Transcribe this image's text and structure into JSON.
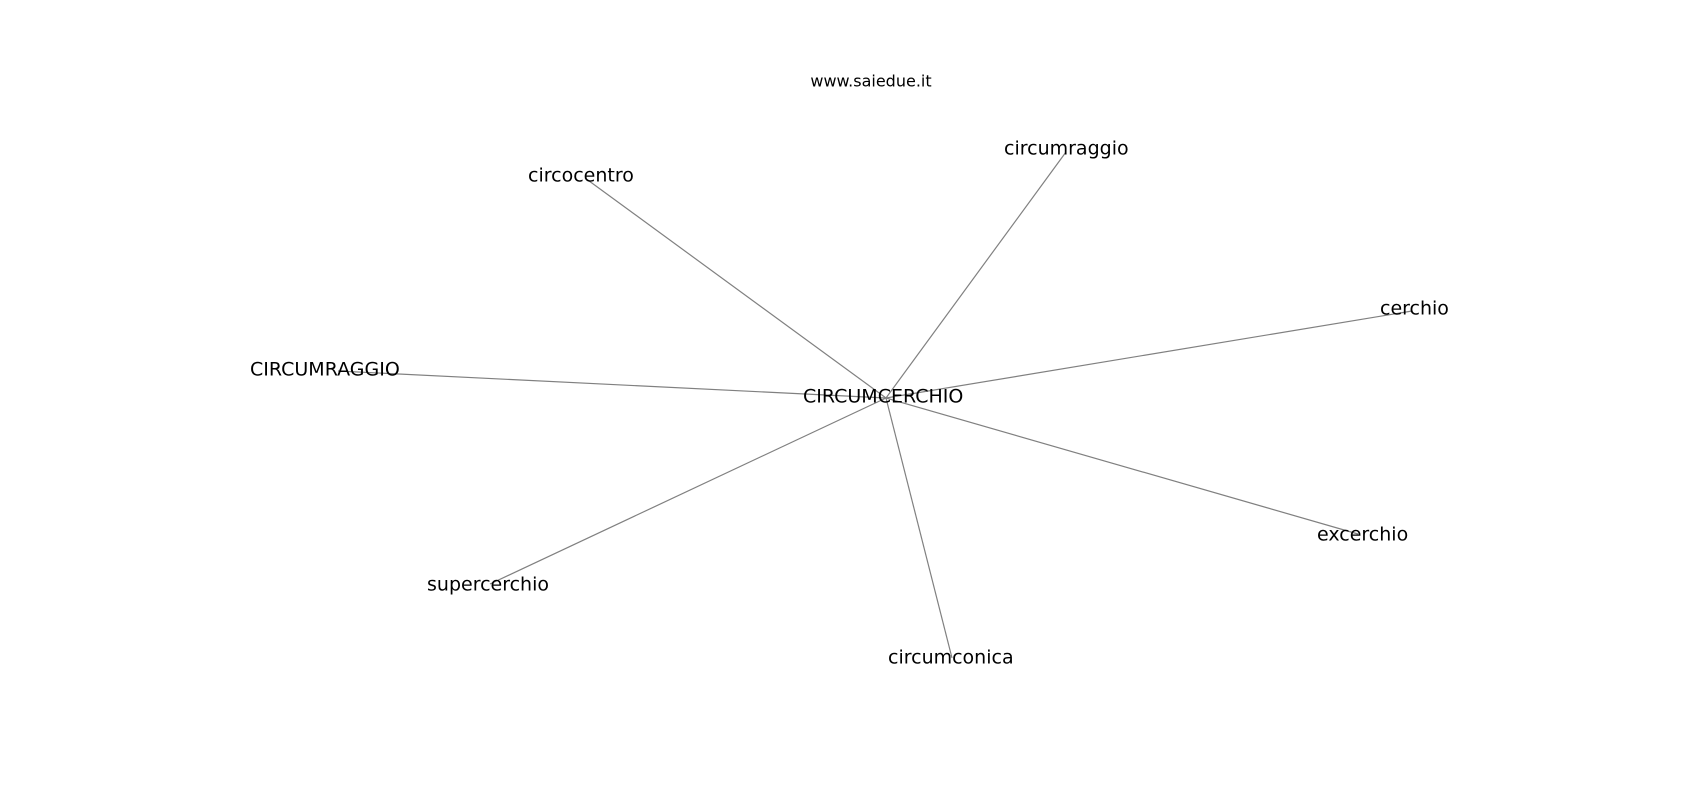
{
  "header": {
    "site": "www.saiedue.it"
  },
  "graph": {
    "center": {
      "label": "CIRCUMCERCHIO"
    },
    "nodes": [
      {
        "label": "circocentro"
      },
      {
        "label": "circumraggio"
      },
      {
        "label": "cerchio"
      },
      {
        "label": "CIRCUMRAGGIO"
      },
      {
        "label": "excerchio"
      },
      {
        "label": "supercerchio"
      },
      {
        "label": "circumconica"
      }
    ],
    "edge_color": "#808080"
  }
}
